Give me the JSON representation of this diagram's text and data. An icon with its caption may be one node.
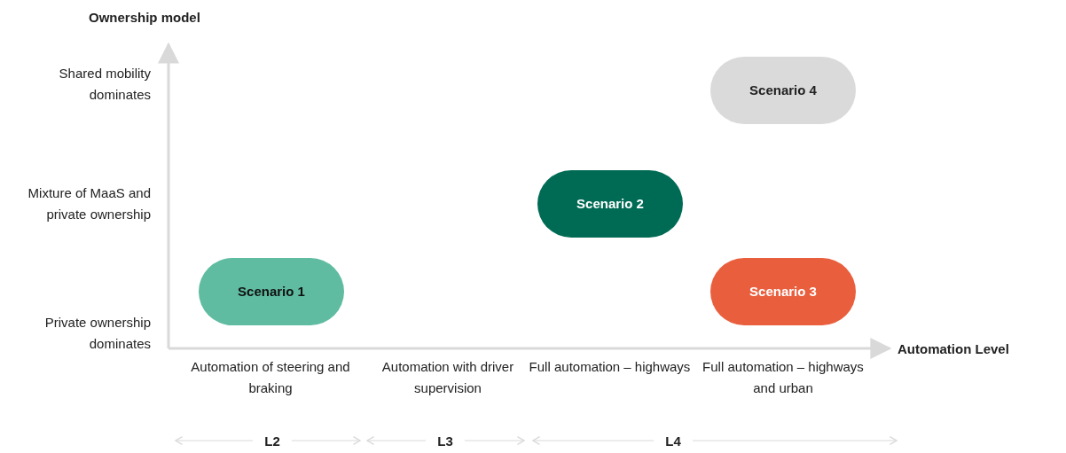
{
  "diagram": {
    "nodes": [
      {
        "text": [
          "Scenario 4"
        ]
      },
      {
        "text": [
          "Scenario 2"
        ]
      },
      {
        "text": [
          "Scenario 1"
        ]
      },
      {
        "text": [
          "Scenario 3"
        ]
      }
    ],
    "edges": [],
    "labels": [
      "Ownership model",
      "Shared mobility dominates",
      "Mixture of MaaS and private ownership",
      "Private ownership dominates",
      "Automation Level",
      "Automation of steering and braking",
      "Automation with driver supervision",
      "Full automation – highways",
      "Full automation – highways and urban",
      "L2",
      "L3",
      "L4"
    ]
  }
}
